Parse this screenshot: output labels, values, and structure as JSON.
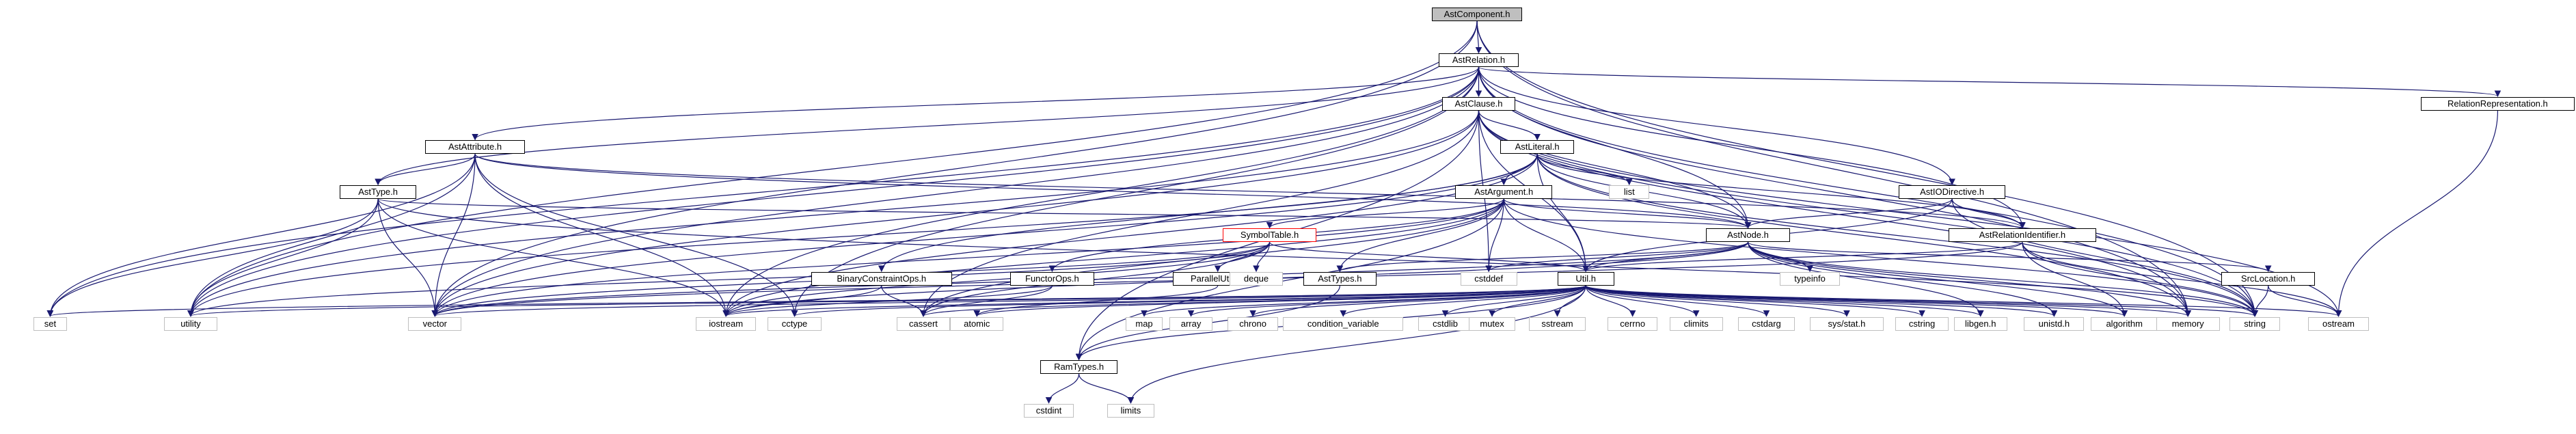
{
  "graph": {
    "nodes": [
      {
        "id": "AstComponent",
        "label": "AstComponent.h",
        "kind": "root"
      },
      {
        "id": "AstRelation",
        "label": "AstRelation.h",
        "kind": "file"
      },
      {
        "id": "AstClause",
        "label": "AstClause.h",
        "kind": "file"
      },
      {
        "id": "RelationRepresentation",
        "label": "RelationRepresentation.h",
        "kind": "file"
      },
      {
        "id": "AstAttribute",
        "label": "AstAttribute.h",
        "kind": "file"
      },
      {
        "id": "AstLiteral",
        "label": "AstLiteral.h",
        "kind": "file"
      },
      {
        "id": "AstType",
        "label": "AstType.h",
        "kind": "file"
      },
      {
        "id": "AstArgument",
        "label": "AstArgument.h",
        "kind": "file"
      },
      {
        "id": "AstIODirective",
        "label": "AstIODirective.h",
        "kind": "file"
      },
      {
        "id": "SymbolTable",
        "label": "SymbolTable.h",
        "kind": "red"
      },
      {
        "id": "AstNode",
        "label": "AstNode.h",
        "kind": "file"
      },
      {
        "id": "AstRelationIdentifier",
        "label": "AstRelationIdentifier.h",
        "kind": "file"
      },
      {
        "id": "BinaryConstraintOps",
        "label": "BinaryConstraintOps.h",
        "kind": "file"
      },
      {
        "id": "FunctorOps",
        "label": "FunctorOps.h",
        "kind": "file"
      },
      {
        "id": "ParallelUtils",
        "label": "ParallelUtils.h",
        "kind": "file"
      },
      {
        "id": "AstTypes",
        "label": "AstTypes.h",
        "kind": "file"
      },
      {
        "id": "Util",
        "label": "Util.h",
        "kind": "file"
      },
      {
        "id": "SrcLocation",
        "label": "SrcLocation.h",
        "kind": "file"
      },
      {
        "id": "RamTypes",
        "label": "RamTypes.h",
        "kind": "file"
      },
      {
        "id": "list",
        "label": "list",
        "kind": "sys"
      },
      {
        "id": "deque",
        "label": "deque",
        "kind": "sys"
      },
      {
        "id": "cstddef",
        "label": "cstddef",
        "kind": "sys"
      },
      {
        "id": "typeinfo",
        "label": "typeinfo",
        "kind": "sys"
      },
      {
        "id": "set",
        "label": "set",
        "kind": "sys"
      },
      {
        "id": "utility",
        "label": "utility",
        "kind": "sys"
      },
      {
        "id": "vector",
        "label": "vector",
        "kind": "sys"
      },
      {
        "id": "iostream",
        "label": "iostream",
        "kind": "sys"
      },
      {
        "id": "cctype",
        "label": "cctype",
        "kind": "sys"
      },
      {
        "id": "cassert",
        "label": "cassert",
        "kind": "sys"
      },
      {
        "id": "atomic",
        "label": "atomic",
        "kind": "sys"
      },
      {
        "id": "map",
        "label": "map",
        "kind": "sys"
      },
      {
        "id": "array",
        "label": "array",
        "kind": "sys"
      },
      {
        "id": "chrono",
        "label": "chrono",
        "kind": "sys"
      },
      {
        "id": "condition_variable",
        "label": "condition_variable",
        "kind": "sys"
      },
      {
        "id": "cstdlib",
        "label": "cstdlib",
        "kind": "sys"
      },
      {
        "id": "mutex",
        "label": "mutex",
        "kind": "sys"
      },
      {
        "id": "sstream",
        "label": "sstream",
        "kind": "sys"
      },
      {
        "id": "cerrno",
        "label": "cerrno",
        "kind": "sys"
      },
      {
        "id": "climits",
        "label": "climits",
        "kind": "sys"
      },
      {
        "id": "cstdarg",
        "label": "cstdarg",
        "kind": "sys"
      },
      {
        "id": "sysstat",
        "label": "sys/stat.h",
        "kind": "sys"
      },
      {
        "id": "cstring",
        "label": "cstring",
        "kind": "sys"
      },
      {
        "id": "libgen",
        "label": "libgen.h",
        "kind": "sys"
      },
      {
        "id": "unistd",
        "label": "unistd.h",
        "kind": "sys"
      },
      {
        "id": "algorithm",
        "label": "algorithm",
        "kind": "sys"
      },
      {
        "id": "memory",
        "label": "memory",
        "kind": "sys"
      },
      {
        "id": "string",
        "label": "string",
        "kind": "sys"
      },
      {
        "id": "ostream",
        "label": "ostream",
        "kind": "sys"
      },
      {
        "id": "cstdint",
        "label": "cstdint",
        "kind": "sys"
      },
      {
        "id": "limits",
        "label": "limits",
        "kind": "sys"
      }
    ],
    "edges": [
      [
        "AstComponent",
        "AstRelation"
      ],
      [
        "AstComponent",
        "utility"
      ],
      [
        "AstComponent",
        "vector"
      ],
      [
        "AstComponent",
        "string"
      ],
      [
        "AstComponent",
        "memory"
      ],
      [
        "AstRelation",
        "AstClause"
      ],
      [
        "AstRelation",
        "RelationRepresentation"
      ],
      [
        "AstRelation",
        "AstAttribute"
      ],
      [
        "AstRelation",
        "AstType"
      ],
      [
        "AstRelation",
        "AstIODirective"
      ],
      [
        "AstRelation",
        "AstNode"
      ],
      [
        "AstRelation",
        "AstRelationIdentifier"
      ],
      [
        "AstRelation",
        "set"
      ],
      [
        "AstRelation",
        "utility"
      ],
      [
        "AstRelation",
        "vector"
      ],
      [
        "AstRelation",
        "iostream"
      ],
      [
        "AstRelation",
        "cctype"
      ],
      [
        "AstRelation",
        "memory"
      ],
      [
        "AstRelation",
        "string"
      ],
      [
        "AstClause",
        "AstLiteral"
      ],
      [
        "AstClause",
        "AstNode"
      ],
      [
        "AstClause",
        "Util"
      ],
      [
        "AstClause",
        "cstddef"
      ],
      [
        "AstClause",
        "utility"
      ],
      [
        "AstClause",
        "vector"
      ],
      [
        "AstClause",
        "cassert"
      ],
      [
        "AstClause",
        "memory"
      ],
      [
        "AstClause",
        "string"
      ],
      [
        "AstClause",
        "ostream"
      ],
      [
        "AstClause",
        "RamTypes"
      ],
      [
        "RelationRepresentation",
        "ostream"
      ],
      [
        "AstAttribute",
        "AstType"
      ],
      [
        "AstAttribute",
        "AstNode"
      ],
      [
        "AstAttribute",
        "set"
      ],
      [
        "AstAttribute",
        "utility"
      ],
      [
        "AstAttribute",
        "vector"
      ],
      [
        "AstAttribute",
        "iostream"
      ],
      [
        "AstAttribute",
        "cctype"
      ],
      [
        "AstAttribute",
        "AstRelationIdentifier"
      ],
      [
        "AstLiteral",
        "AstArgument"
      ],
      [
        "AstLiteral",
        "AstNode"
      ],
      [
        "AstLiteral",
        "AstRelationIdentifier"
      ],
      [
        "AstLiteral",
        "list"
      ],
      [
        "AstLiteral",
        "Util"
      ],
      [
        "AstLiteral",
        "BinaryConstraintOps"
      ],
      [
        "AstLiteral",
        "iostream"
      ],
      [
        "AstLiteral",
        "vector"
      ],
      [
        "AstLiteral",
        "memory"
      ],
      [
        "AstLiteral",
        "string"
      ],
      [
        "AstLiteral",
        "utility"
      ],
      [
        "AstType",
        "AstNode"
      ],
      [
        "AstType",
        "set"
      ],
      [
        "AstType",
        "utility"
      ],
      [
        "AstType",
        "vector"
      ],
      [
        "AstType",
        "iostream"
      ],
      [
        "AstType",
        "string"
      ],
      [
        "AstArgument",
        "AstNode"
      ],
      [
        "AstArgument",
        "SymbolTable"
      ],
      [
        "AstArgument",
        "AstTypes"
      ],
      [
        "AstArgument",
        "FunctorOps"
      ],
      [
        "AstArgument",
        "Util"
      ],
      [
        "AstArgument",
        "cstddef"
      ],
      [
        "AstArgument",
        "vector"
      ],
      [
        "AstArgument",
        "iostream"
      ],
      [
        "AstArgument",
        "string"
      ],
      [
        "AstArgument",
        "cassert"
      ],
      [
        "AstArgument",
        "RamTypes"
      ],
      [
        "AstIODirective",
        "AstNode"
      ],
      [
        "AstIODirective",
        "AstRelationIdentifier"
      ],
      [
        "AstIODirective",
        "Util"
      ],
      [
        "AstIODirective",
        "string"
      ],
      [
        "SymbolTable",
        "ParallelUtils"
      ],
      [
        "SymbolTable",
        "deque"
      ],
      [
        "SymbolTable",
        "iostream"
      ],
      [
        "SymbolTable",
        "cassert"
      ],
      [
        "SymbolTable",
        "vector"
      ],
      [
        "SymbolTable",
        "Util"
      ],
      [
        "SymbolTable",
        "utility"
      ],
      [
        "AstNode",
        "AstTypes"
      ],
      [
        "AstNode",
        "SrcLocation"
      ],
      [
        "AstNode",
        "Util"
      ],
      [
        "AstNode",
        "typeinfo"
      ],
      [
        "AstNode",
        "cstddef"
      ],
      [
        "AstNode",
        "memory"
      ],
      [
        "AstNode",
        "string"
      ],
      [
        "AstNode",
        "vector"
      ],
      [
        "AstNode",
        "iostream"
      ],
      [
        "AstNode",
        "algorithm"
      ],
      [
        "AstNode",
        "libgen"
      ],
      [
        "AstNode",
        "unistd"
      ],
      [
        "AstRelationIdentifier",
        "Util"
      ],
      [
        "AstRelationIdentifier",
        "string"
      ],
      [
        "AstRelationIdentifier",
        "algorithm"
      ],
      [
        "AstRelationIdentifier",
        "ostream"
      ],
      [
        "AstRelationIdentifier",
        "vector"
      ],
      [
        "BinaryConstraintOps",
        "iostream"
      ],
      [
        "BinaryConstraintOps",
        "cassert"
      ],
      [
        "FunctorOps",
        "cassert"
      ],
      [
        "FunctorOps",
        "iostream"
      ],
      [
        "ParallelUtils",
        "atomic"
      ],
      [
        "AstTypes",
        "RamTypes"
      ],
      [
        "SrcLocation",
        "string"
      ],
      [
        "SrcLocation",
        "ostream"
      ],
      [
        "Util",
        "RamTypes"
      ],
      [
        "Util",
        "set"
      ],
      [
        "Util",
        "utility"
      ],
      [
        "Util",
        "vector"
      ],
      [
        "Util",
        "iostream"
      ],
      [
        "Util",
        "cctype"
      ],
      [
        "Util",
        "cassert"
      ],
      [
        "Util",
        "atomic"
      ],
      [
        "Util",
        "map"
      ],
      [
        "Util",
        "array"
      ],
      [
        "Util",
        "chrono"
      ],
      [
        "Util",
        "condition_variable"
      ],
      [
        "Util",
        "cstdlib"
      ],
      [
        "Util",
        "mutex"
      ],
      [
        "Util",
        "sstream"
      ],
      [
        "Util",
        "cerrno"
      ],
      [
        "Util",
        "climits"
      ],
      [
        "Util",
        "cstdarg"
      ],
      [
        "Util",
        "sysstat"
      ],
      [
        "Util",
        "cstring"
      ],
      [
        "Util",
        "libgen"
      ],
      [
        "Util",
        "unistd"
      ],
      [
        "Util",
        "algorithm"
      ],
      [
        "Util",
        "memory"
      ],
      [
        "Util",
        "string"
      ],
      [
        "Util",
        "ostream"
      ],
      [
        "Util",
        "limits"
      ],
      [
        "RamTypes",
        "cstdint"
      ],
      [
        "RamTypes",
        "limits"
      ]
    ]
  }
}
